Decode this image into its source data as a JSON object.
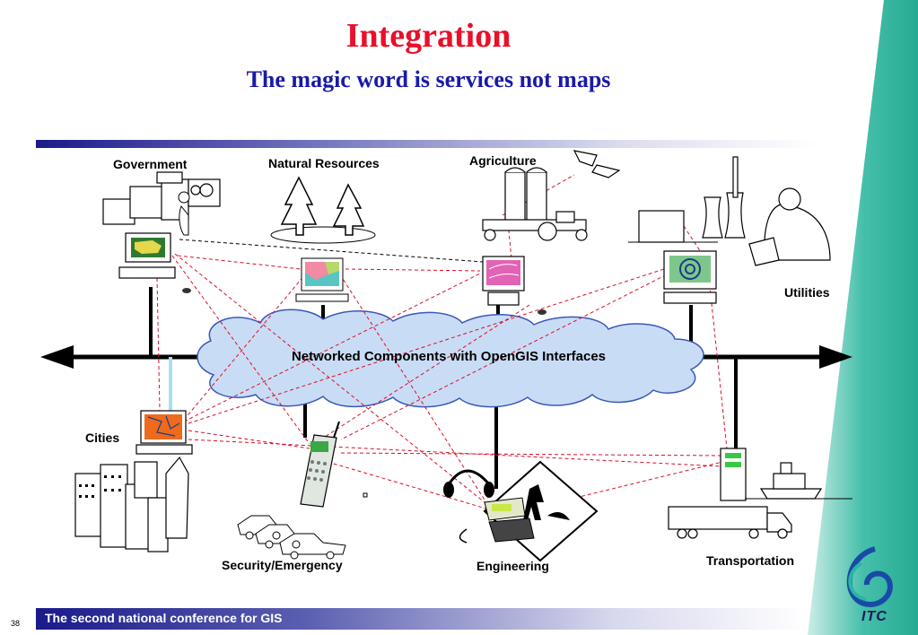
{
  "slide": {
    "title": "Integration",
    "subtitle": "The magic word is services not maps",
    "footer": "The second national conference for GIS",
    "page_number": "38",
    "logo_text": "ITC"
  },
  "network": {
    "cloud_label": "Networked Components with OpenGIS Interfaces"
  },
  "nodes": [
    {
      "label": "Government"
    },
    {
      "label": "Natural Resources"
    },
    {
      "label": "Agriculture"
    },
    {
      "label": "Utilities"
    },
    {
      "label": "Cities"
    },
    {
      "label": "Security/Emergency"
    },
    {
      "label": "Engineering"
    },
    {
      "label": "Transportation"
    }
  ],
  "colors": {
    "title": "#e8102a",
    "subtitle": "#1a1aa8",
    "bar": "#1a1a8a",
    "teal": "#2bb69f",
    "cloud": "#c9dcf5",
    "dashed_link": "#d8102a"
  }
}
